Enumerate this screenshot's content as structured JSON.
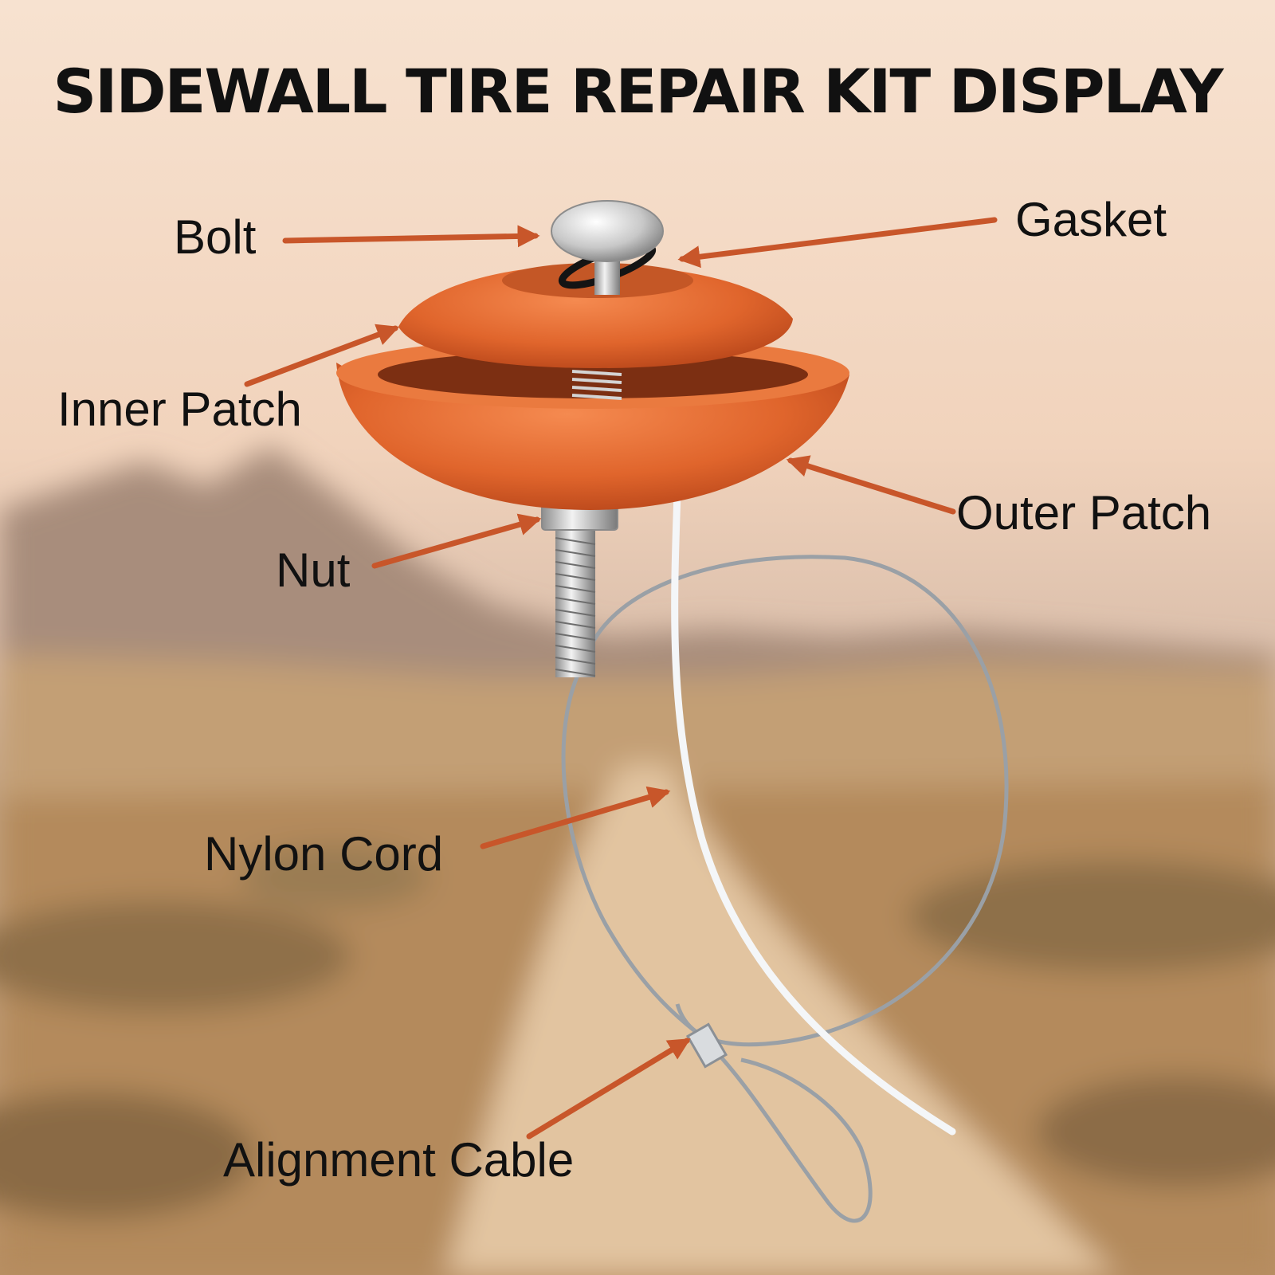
{
  "title": "SIDEWALL TIRE REPAIR KIT DISPLAY",
  "labels": {
    "bolt": "Bolt",
    "gasket": "Gasket",
    "inner_patch": "Inner Patch",
    "outer_patch": "Outer Patch",
    "nut": "Nut",
    "nylon_cord": "Nylon Cord",
    "alignment_cable": "Alignment Cable"
  },
  "colors": {
    "arrow": "#c8562a",
    "patch": "#e0652c",
    "title": "#111111"
  }
}
